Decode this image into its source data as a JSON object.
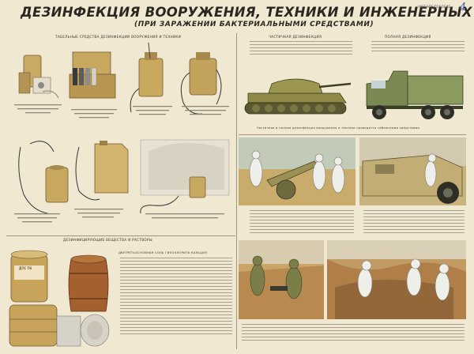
{
  "poster": {
    "title": "ДЕЗИНФЕКЦИЯ ВООРУЖЕНИЯ, ТЕХНИКИ И ИНЖЕНЕРНЫХ СООРУЖЕНИЙ",
    "subtitle": "(ПРИ ЗАРАЖЕНИИ БАКТЕРИАЛЬНЫМИ СРЕДСТВАМИ)",
    "corner_note": "УЧЕБНОЕ ПОСОБИЕ",
    "page_number": "4"
  },
  "sections": {
    "equipment": "ТАБЕЛЬНЫЕ СРЕДСТВА ДЕЗИНФЕКЦИИ ВООРУЖЕНИЯ И ТЕХНИКИ",
    "partial": "ЧАСТИЧНАЯ ДЕЗИНФЕКЦИЯ",
    "full": "ПОЛНАЯ ДЕЗИНФЕКЦИЯ",
    "substances": "ДЕЗИНФИЦИРУЮЩИЕ ВЕЩЕСТВА И РАСТВОРЫ",
    "bleach": "ДВУТРЕТЬОСНОВНАЯ СОЛЬ ГИПОХЛОРИТА КАЛЬЦИЯ",
    "vehicles_caption": "Частичная и полная дезинфекция вооружения и техники проводится табельными средствами"
  },
  "barrel_label": "ДТС ГК"
}
